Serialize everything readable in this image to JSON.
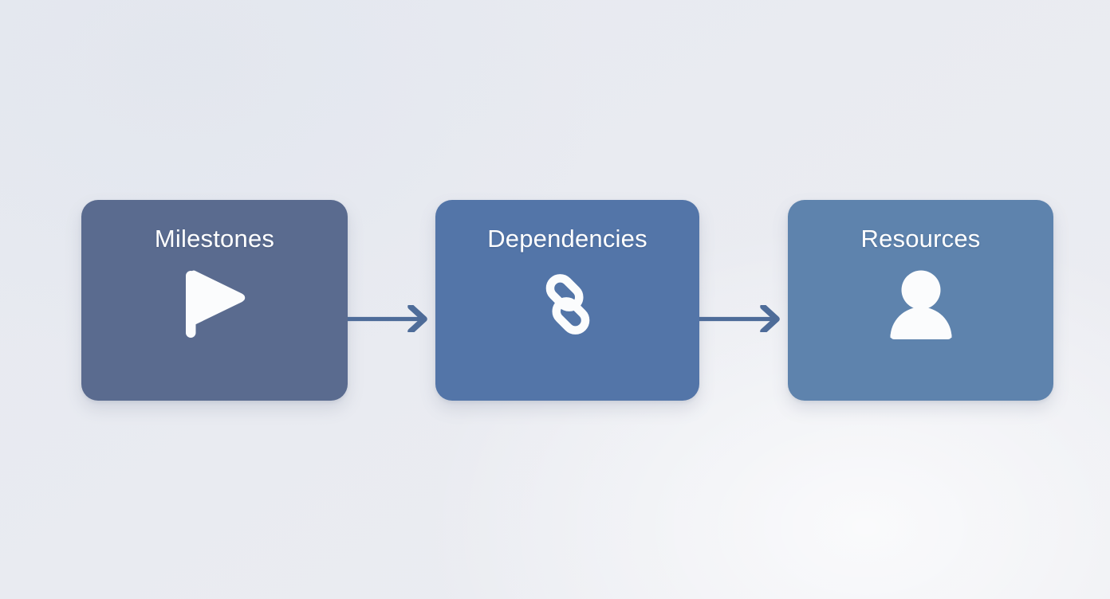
{
  "diagram": {
    "type": "horizontal-process-flow",
    "background_color": "#e9ebf0",
    "arrow_color": "#4e6c99",
    "title_color": "#ffffff",
    "icon_color": "#fbfcfd",
    "steps": [
      {
        "label": "Milestones",
        "icon": "flag-icon",
        "color": "#5a6b8f"
      },
      {
        "label": "Dependencies",
        "icon": "link-chain-icon",
        "color": "#5375a8"
      },
      {
        "label": "Resources",
        "icon": "person-icon",
        "color": "#5e83ad"
      }
    ],
    "connectors": [
      {
        "name": "arrow-milestones-to-dependencies",
        "direction": "right"
      },
      {
        "name": "arrow-dependencies-to-resources",
        "direction": "right"
      }
    ]
  }
}
